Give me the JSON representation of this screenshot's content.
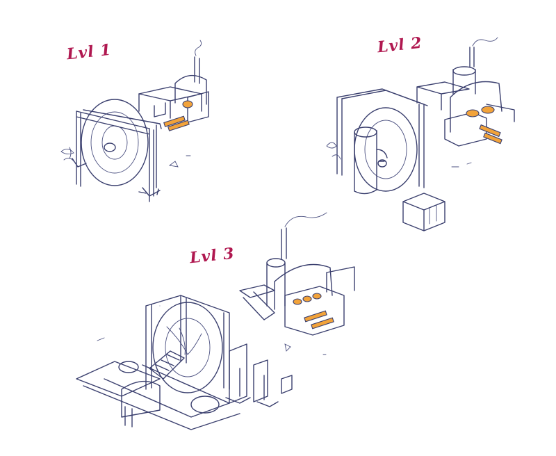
{
  "labels": {
    "level1": "Lvl 1",
    "level2": "Lvl 2",
    "level3": "Lvl 3"
  },
  "colors": {
    "ink": "#3a3f6e",
    "label": "#b01850",
    "accent": "#f2a33a",
    "background": "#ffffff"
  }
}
